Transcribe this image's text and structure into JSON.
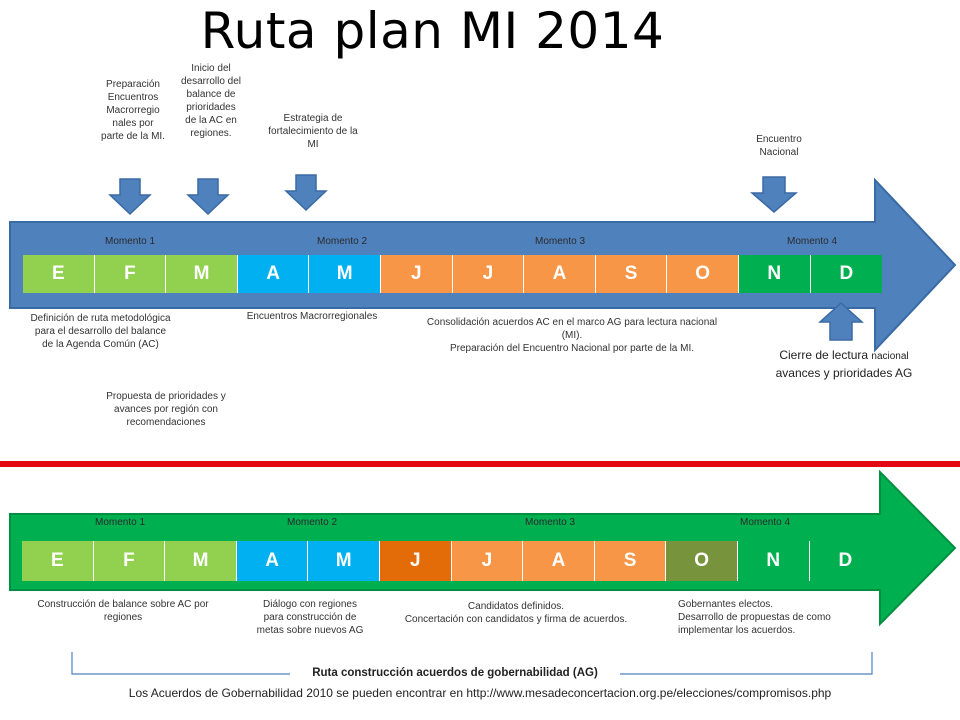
{
  "title": "Ruta plan MI 2014",
  "top": {
    "arrow_color": "#4f81bd",
    "moments": [
      "Momento 1",
      "Momento 2",
      "Momento 3",
      "Momento 4"
    ],
    "months": [
      {
        "label": "E",
        "color": "#92d050"
      },
      {
        "label": "F",
        "color": "#92d050"
      },
      {
        "label": "M",
        "color": "#92d050"
      },
      {
        "label": "A",
        "color": "#00b0f0"
      },
      {
        "label": "M",
        "color": "#00b0f0"
      },
      {
        "label": "J",
        "color": "#f79646"
      },
      {
        "label": "J",
        "color": "#f79646"
      },
      {
        "label": "A",
        "color": "#f79646"
      },
      {
        "label": "S",
        "color": "#f79646"
      },
      {
        "label": "O",
        "color": "#f79646"
      },
      {
        "label": "N",
        "color": "#00b050"
      },
      {
        "label": "D",
        "color": "#00b050"
      }
    ],
    "notes_above": {
      "preparacion": "Preparación Encuentros Macrorregio nales por parte de la MI.",
      "inicio": "Inicio del desarrollo del balance de prioridades de la AC en regiones.",
      "estrategia": "Estrategia de fortalecimiento de la MI",
      "encuentro": "Encuentro Nacional"
    },
    "notes_below": {
      "definicion": "Definición de ruta metodológica para el desarrollo del balance de la Agenda Común (AC)",
      "encuentros_macro": "Encuentros Macrorregionales",
      "consolidacion_1": "Consolidación acuerdos AC en el marco AG para lectura nacional (MI).",
      "consolidacion_2": "Preparación del Encuentro Nacional por parte de la MI.",
      "cierre_1": "Cierre de lectura",
      "cierre_1b": "nacional",
      "cierre_2": "avances y prioridades AG",
      "propuesta": "Propuesta de prioridades y avances por región con recomendaciones"
    }
  },
  "bottom": {
    "arrow_color": "#00b050",
    "moments": [
      "Momento 1",
      "Momento 2",
      "Momento 3",
      "Momento 4"
    ],
    "months": [
      {
        "label": "E",
        "color": "#92d050"
      },
      {
        "label": "F",
        "color": "#92d050"
      },
      {
        "label": "M",
        "color": "#92d050"
      },
      {
        "label": "A",
        "color": "#00b0f0"
      },
      {
        "label": "M",
        "color": "#00b0f0"
      },
      {
        "label": "J",
        "color": "#e36c09"
      },
      {
        "label": "J",
        "color": "#f79646"
      },
      {
        "label": "A",
        "color": "#f79646"
      },
      {
        "label": "S",
        "color": "#f79646"
      },
      {
        "label": "O",
        "color": "#77933c"
      },
      {
        "label": "N",
        "color": "#00b050"
      },
      {
        "label": "D",
        "color": "#00b050"
      }
    ],
    "notes": {
      "construccion": "Construcción de balance sobre AC por regiones",
      "dialogo": "Diálogo con regiones para construcción de metas sobre nuevos AG",
      "candidatos_1": "Candidatos definidos.",
      "candidatos_2": "Concertación con candidatos y firma de acuerdos.",
      "gobernantes_1": "Gobernantes electos.",
      "gobernantes_2": "Desarrollo de propuestas de como implementar los acuerdos."
    }
  },
  "route_label": "Ruta construcción acuerdos de gobernabilidad (AG)",
  "footer": "Los Acuerdos de Gobernabilidad 2010 se pueden encontrar en http://www.mesadeconcertacion.org.pe/elecciones/compromisos.php",
  "divider_color": "#e30613"
}
